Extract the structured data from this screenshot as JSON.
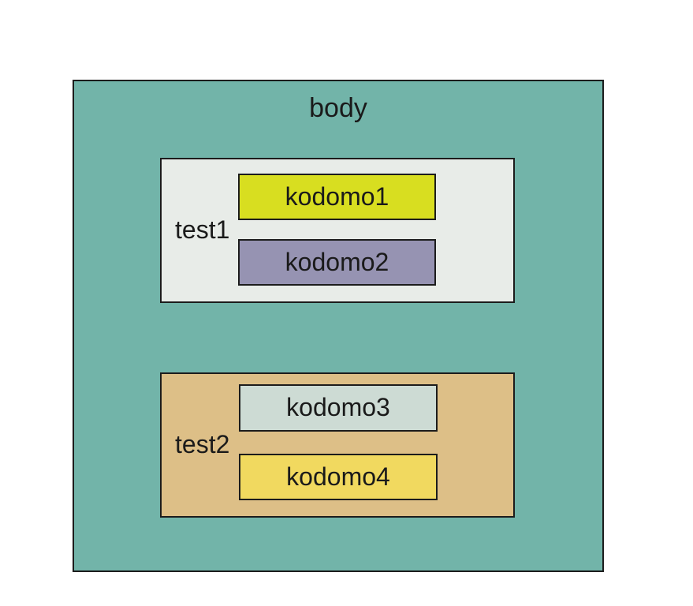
{
  "page": {
    "background": "#ffffff",
    "text_color": "#1a1a1a",
    "border_color": "#1c1c1c"
  },
  "diagram": {
    "body": {
      "label": "body",
      "bg": "#72b4a9"
    },
    "containers": [
      {
        "label": "test1",
        "bg": "#e8ece8",
        "children": [
          {
            "label": "kodomo1",
            "bg": "#d8de20"
          },
          {
            "label": "kodomo2",
            "bg": "#9693b2"
          }
        ]
      },
      {
        "label": "test2",
        "bg": "#ddbf87",
        "children": [
          {
            "label": "kodomo3",
            "bg": "#cddbd4"
          },
          {
            "label": "kodomo4",
            "bg": "#f1d95f"
          }
        ]
      }
    ]
  }
}
